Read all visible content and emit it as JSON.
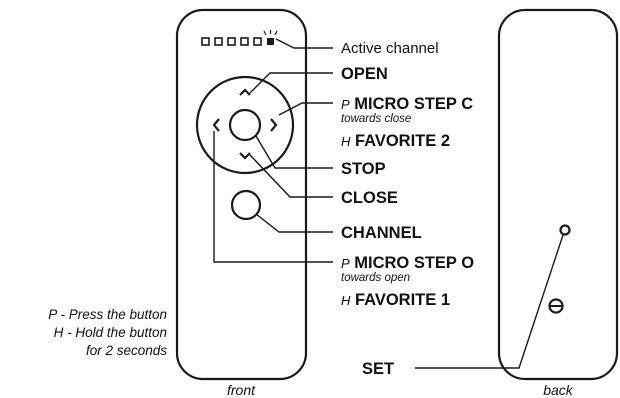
{
  "labels": {
    "active_channel": "Active channel",
    "open": "OPEN",
    "micro_step_c_prefix": "P",
    "micro_step_c": "MICRO STEP C",
    "micro_step_c_sub": "towards close",
    "favorite2_prefix": "H",
    "favorite2": "FAVORITE 2",
    "stop": "STOP",
    "close": "CLOSE",
    "channel": "CHANNEL",
    "micro_step_o_prefix": "P",
    "micro_step_o": "MICRO STEP O",
    "micro_step_o_sub": "towards open",
    "favorite1_prefix": "H",
    "favorite1": "FAVORITE 1",
    "set": "SET"
  },
  "legend": {
    "line1": "P - Press the button",
    "line2": "H - Hold the button",
    "line3": "for 2 seconds"
  },
  "captions": {
    "front": "front",
    "back": "back"
  },
  "icons": [
    "up-arrow-icon",
    "down-arrow-icon",
    "left-arrow-icon",
    "right-arrow-icon",
    "set-hole-icon",
    "screw-icon"
  ]
}
